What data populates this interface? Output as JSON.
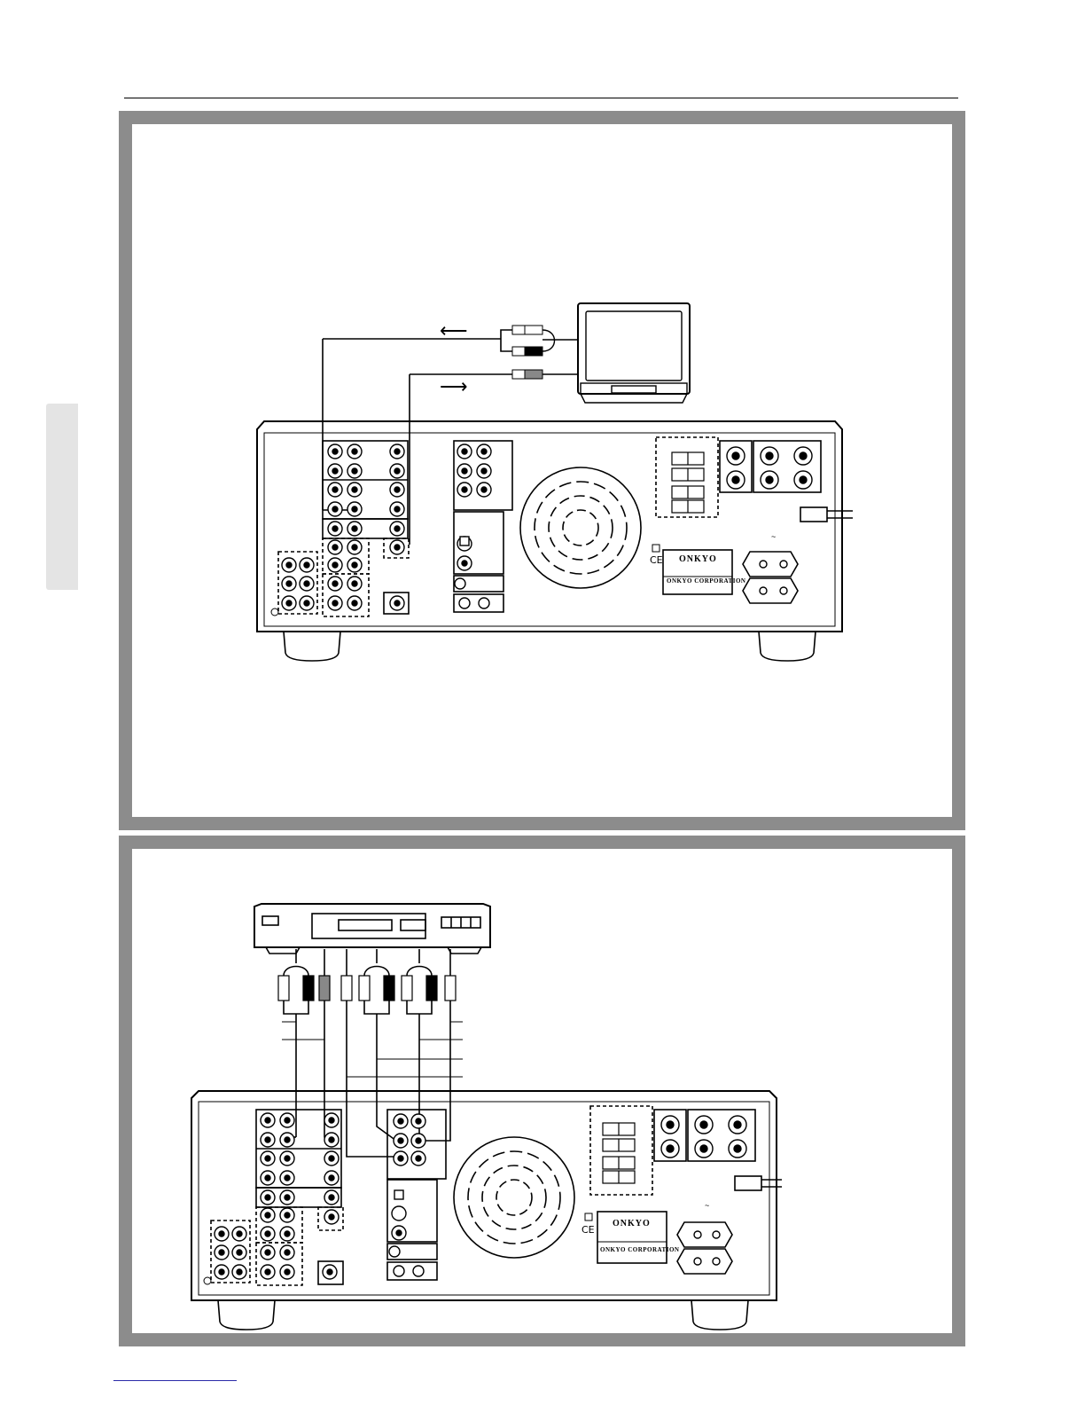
{
  "receiver_top": {
    "brand": "ONKYO",
    "corporation": "ONKYO CORPORATION",
    "ce_mark": "CE"
  },
  "receiver_bottom": {
    "brand": "ONKYO",
    "corporation": "ONKYO CORPORATION",
    "ce_mark": "CE"
  },
  "arrows": {
    "left": "⟵",
    "right": "⟶"
  },
  "colors": {
    "panel": "#8c8c8c",
    "line": "#000000",
    "tab": "#e4e4e4"
  }
}
